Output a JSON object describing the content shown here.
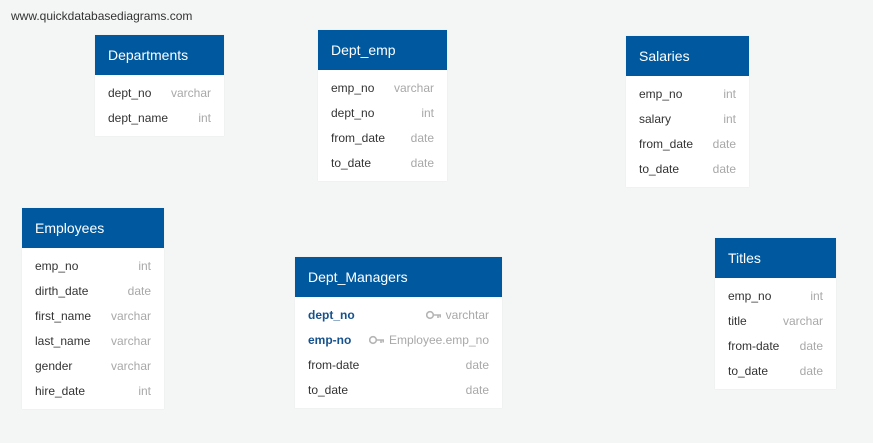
{
  "watermark": "www.quickdatabasediagrams.com",
  "tables": {
    "departments": {
      "title": "Departments",
      "fields": [
        {
          "name": "dept_no",
          "type": "varchar"
        },
        {
          "name": "dept_name",
          "type": "int"
        }
      ]
    },
    "dept_emp": {
      "title": "Dept_emp",
      "fields": [
        {
          "name": "emp_no",
          "type": "varchar"
        },
        {
          "name": "dept_no",
          "type": "int"
        },
        {
          "name": "from_date",
          "type": "date"
        },
        {
          "name": "to_date",
          "type": "date"
        }
      ]
    },
    "salaries": {
      "title": "Salaries",
      "fields": [
        {
          "name": "emp_no",
          "type": "int"
        },
        {
          "name": "salary",
          "type": "int"
        },
        {
          "name": "from_date",
          "type": "date"
        },
        {
          "name": "to_date",
          "type": "date"
        }
      ]
    },
    "employees": {
      "title": "Employees",
      "fields": [
        {
          "name": "emp_no",
          "type": "int"
        },
        {
          "name": "dirth_date",
          "type": "date"
        },
        {
          "name": "first_name",
          "type": "varchar"
        },
        {
          "name": "last_name",
          "type": "varchar"
        },
        {
          "name": "gender",
          "type": "varchar"
        },
        {
          "name": "hire_date",
          "type": "int"
        }
      ]
    },
    "dept_managers": {
      "title": "Dept_Managers",
      "fields": [
        {
          "name": "dept_no",
          "type": "varchtar",
          "key": true,
          "icon": "key-icon"
        },
        {
          "name": "emp-no",
          "type": "Employee.emp_no",
          "key": true,
          "icon": "key-icon"
        },
        {
          "name": "from-date",
          "type": "date"
        },
        {
          "name": "to_date",
          "type": "date"
        }
      ]
    },
    "titles": {
      "title": "Titles",
      "fields": [
        {
          "name": "emp_no",
          "type": "int"
        },
        {
          "name": "title",
          "type": "varchar"
        },
        {
          "name": "from-date",
          "type": "date"
        },
        {
          "name": "to_date",
          "type": "date"
        }
      ]
    }
  },
  "colors": {
    "header": "#00599f",
    "key_field": "#15518d",
    "type_text": "#a8a8a8",
    "background": "#f4f5f5"
  }
}
